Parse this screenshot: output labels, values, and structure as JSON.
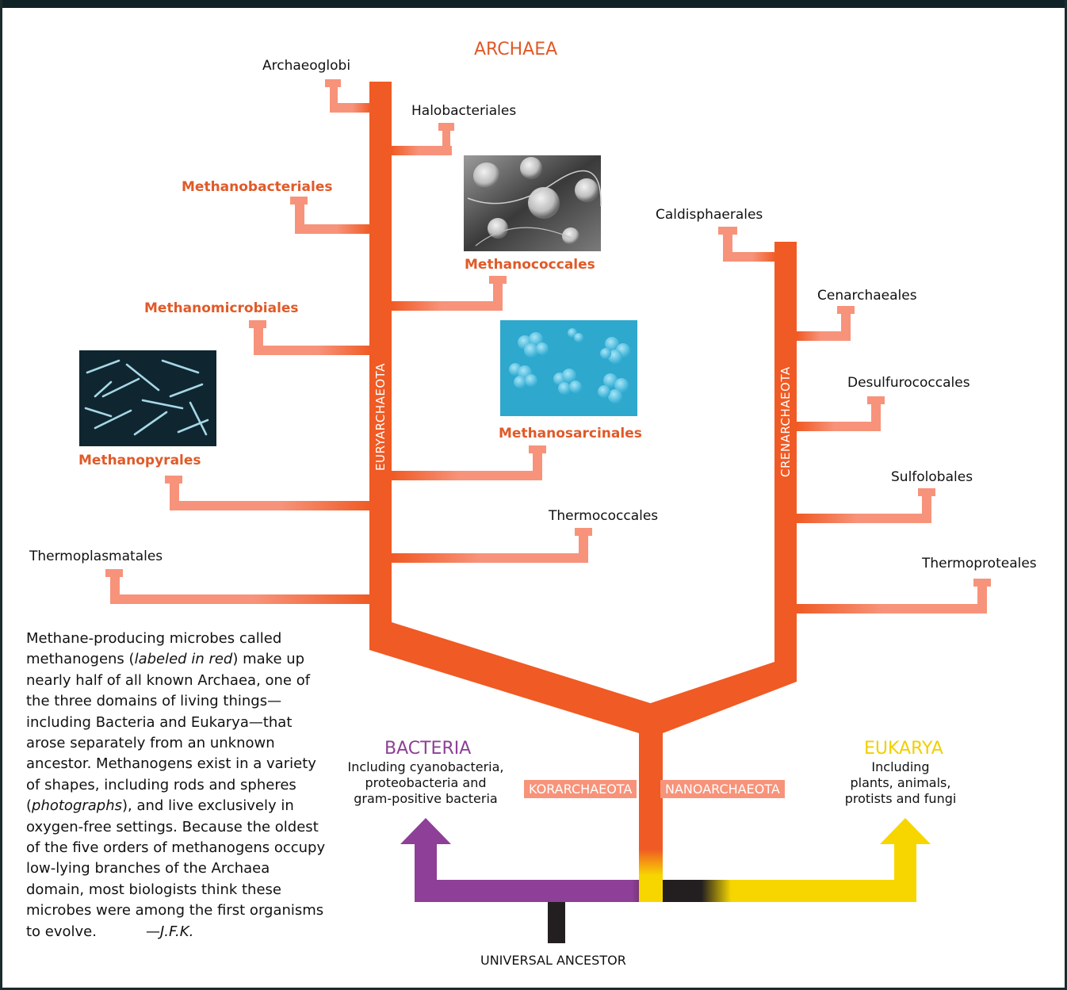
{
  "title": "ARCHAEA",
  "phyla": {
    "euryarchaeota": "EURYARCHAEOTA",
    "crenarchaeota": "CRENARCHAEOTA",
    "korarchaeota": "KORARCHAEOTA",
    "nanoarchaeota": "NANOARCHAEOTA"
  },
  "orders_left": [
    {
      "name": "Archaeoglobi",
      "methanogen": false
    },
    {
      "name": "Halobacteriales",
      "methanogen": false
    },
    {
      "name": "Methanobacteriales",
      "methanogen": true
    },
    {
      "name": "Methanococcales",
      "methanogen": true
    },
    {
      "name": "Methanomicrobiales",
      "methanogen": true
    },
    {
      "name": "Methanosarcinales",
      "methanogen": true
    },
    {
      "name": "Methanopyrales",
      "methanogen": true
    },
    {
      "name": "Thermococcales",
      "methanogen": false
    },
    {
      "name": "Thermoplasmatales",
      "methanogen": false
    }
  ],
  "orders_right": [
    {
      "name": "Caldisphaerales"
    },
    {
      "name": "Cenarchaeales"
    },
    {
      "name": "Desulfurococcales"
    },
    {
      "name": "Sulfolobales"
    },
    {
      "name": "Thermoproteales"
    }
  ],
  "bacteria": {
    "title": "BACTERIA",
    "lines": [
      "Including cyanobacteria,",
      "proteobacteria and",
      "gram-positive bacteria"
    ]
  },
  "eukarya": {
    "title": "EUKARYA",
    "lines": [
      "Including",
      "plants, animals,",
      "protists and fungi"
    ]
  },
  "root": "UNIVERSAL ANCESTOR",
  "caption": {
    "part1": "Methane-producing microbes called methanogens (",
    "em1": "labeled in red",
    "part2": ") make up nearly half of all known Archaea, one of the three domains of living things—including Bacteria and Eukarya—that arose separately from an unknown ancestor. Methanogens exist in a variety of shapes, including rods and spheres (",
    "em2": "photographs",
    "part3": "), and live exclusively in oxygen-free settings. Because the oldest of the five orders of methanogens occupy low-lying branches of the Archaea domain, most biologists think these microbes were among the first organisms to evolve.",
    "credit": "—J.F.K."
  },
  "colors": {
    "trunk": "#f05a24",
    "branch": "#f7937a",
    "methanogen_label": "#e05a28",
    "bacteria": "#8e3f97",
    "eukarya": "#f7d600",
    "ancestor": "#231f20"
  }
}
